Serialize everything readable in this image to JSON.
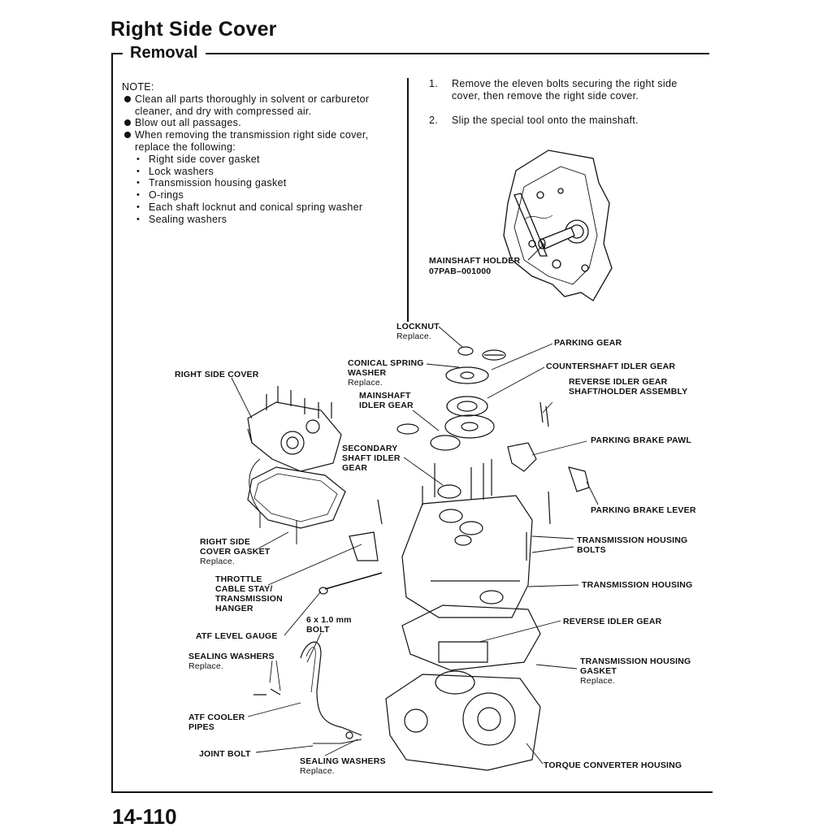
{
  "header": {
    "title": "Right Side Cover",
    "section": "Removal"
  },
  "note": {
    "heading": "NOTE:",
    "bullets": [
      "Clean all parts thoroughly in solvent or carburetor cleaner, and dry with compressed air.",
      "Blow out all passages.",
      "When removing the transmission right side cover, replace the following:"
    ],
    "replace_items": [
      "Right side cover gasket",
      "Lock washers",
      "Transmission housing gasket",
      "O-rings",
      "Each shaft locknut and conical spring washer",
      "Sealing washers"
    ]
  },
  "steps": [
    {
      "num": "1.",
      "text": "Remove the eleven bolts securing the right side cover, then remove the right side cover."
    },
    {
      "num": "2.",
      "text": "Slip the special tool onto the mainshaft."
    }
  ],
  "tool_label": {
    "line1": "MAINSHAFT HOLDER",
    "line2": "07PAB–001000"
  },
  "replace_word": "Replace.",
  "labels": {
    "locknut": "LOCKNUT",
    "parking_gear": "PARKING GEAR",
    "conical_spring_washer_1": "CONICAL SPRING",
    "conical_spring_washer_2": "WASHER",
    "countershaft_idler_gear": "COUNTERSHAFT IDLER GEAR",
    "right_side_cover": "RIGHT SIDE COVER",
    "reverse_idler_shaft_1": "REVERSE IDLER GEAR",
    "reverse_idler_shaft_2": "SHAFT/HOLDER ASSEMBLY",
    "mainshaft_idler_1": "MAINSHAFT",
    "mainshaft_idler_2": "IDLER GEAR",
    "parking_brake_pawl": "PARKING BRAKE PAWL",
    "secondary_idler_1": "SECONDARY",
    "secondary_idler_2": "SHAFT IDLER",
    "secondary_idler_3": "GEAR",
    "parking_brake_lever": "PARKING BRAKE LEVER",
    "rsc_gasket_1": "RIGHT SIDE",
    "rsc_gasket_2": "COVER GASKET",
    "trans_housing_bolts_1": "TRANSMISSION HOUSING",
    "trans_housing_bolts_2": "BOLTS",
    "throttle_1": "THROTTLE",
    "throttle_2": "CABLE STAY/",
    "throttle_3": "TRANSMISSION",
    "throttle_4": "HANGER",
    "trans_housing": "TRANSMISSION HOUSING",
    "bolt_1": "6 x 1.0 mm",
    "bolt_2": "BOLT",
    "reverse_idler_gear": "REVERSE IDLER GEAR",
    "atf_level_gauge": "ATF LEVEL GAUGE",
    "sealing_washers": "SEALING WASHERS",
    "th_gasket_1": "TRANSMISSION HOUSING",
    "th_gasket_2": "GASKET",
    "atf_cooler_1": "ATF COOLER",
    "atf_cooler_2": "PIPES",
    "joint_bolt": "JOINT BOLT",
    "sealing_washers_2": "SEALING WASHERS",
    "torque_converter_housing": "TORQUE CONVERTER HOUSING"
  },
  "page_number": "14-110"
}
